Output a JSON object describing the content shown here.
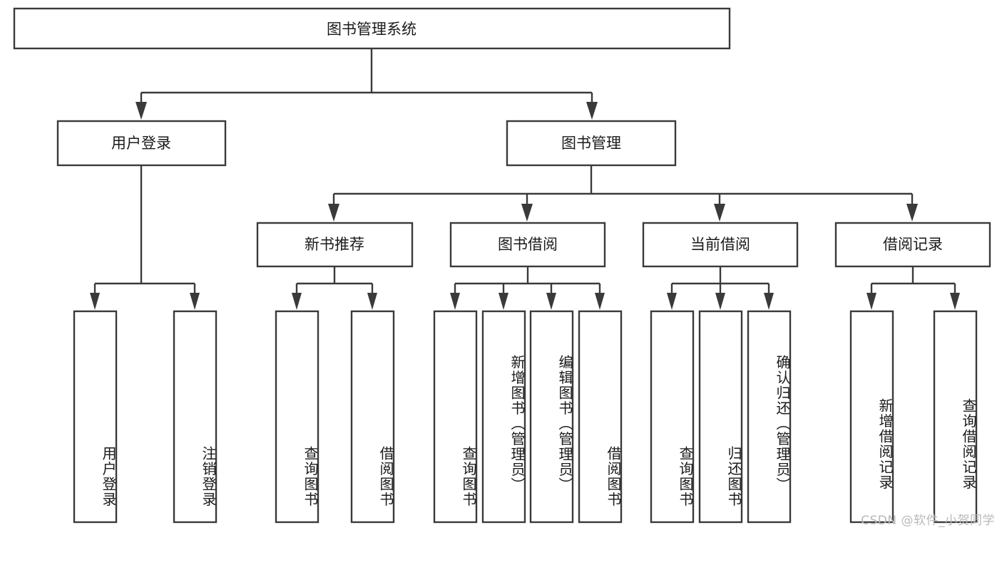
{
  "diagram": {
    "title": "图书管理系统",
    "type": "tree-hierarchy",
    "orientation": "top-down",
    "root": {
      "id": "root",
      "label": "图书管理系统"
    },
    "level2": [
      {
        "id": "user-login",
        "label": "用户登录"
      },
      {
        "id": "book-manage",
        "label": "图书管理"
      }
    ],
    "level3": [
      {
        "id": "new-book-rec",
        "label": "新书推荐",
        "parent": "book-manage"
      },
      {
        "id": "book-borrow",
        "label": "图书借阅",
        "parent": "book-manage"
      },
      {
        "id": "current-borrow",
        "label": "当前借阅",
        "parent": "book-manage"
      },
      {
        "id": "borrow-record",
        "label": "借阅记录",
        "parent": "book-manage"
      }
    ],
    "leaves": {
      "user-login": [
        {
          "id": "leaf-user-login",
          "label": "用户登录"
        },
        {
          "id": "leaf-logout",
          "label": "注销登录"
        }
      ],
      "new-book-rec": [
        {
          "id": "leaf-query-book-1",
          "label": "查询图书"
        },
        {
          "id": "leaf-borrow-book-1",
          "label": "借阅图书"
        }
      ],
      "book-borrow": [
        {
          "id": "leaf-query-book-2",
          "label": "查询图书"
        },
        {
          "id": "leaf-add-book",
          "label": "新增图书（管理员）"
        },
        {
          "id": "leaf-edit-book",
          "label": "编辑图书（管理员）"
        },
        {
          "id": "leaf-borrow-book-2",
          "label": "借阅图书"
        }
      ],
      "current-borrow": [
        {
          "id": "leaf-query-book-3",
          "label": "查询图书"
        },
        {
          "id": "leaf-return-book",
          "label": "归还图书"
        },
        {
          "id": "leaf-confirm-return",
          "label": "确认归还（管理员）"
        }
      ],
      "borrow-record": [
        {
          "id": "leaf-add-record",
          "label": "新增借阅记录"
        },
        {
          "id": "leaf-query-record",
          "label": "查询借阅记录"
        }
      ]
    }
  },
  "watermark": {
    "text": "CSDN @软件_小贺同学"
  },
  "colors": {
    "box_stroke": "#3a3a3a",
    "box_fill": "#ffffff",
    "text": "#1a1a1a",
    "watermark": "#b9b9b9",
    "background": "#ffffff"
  }
}
